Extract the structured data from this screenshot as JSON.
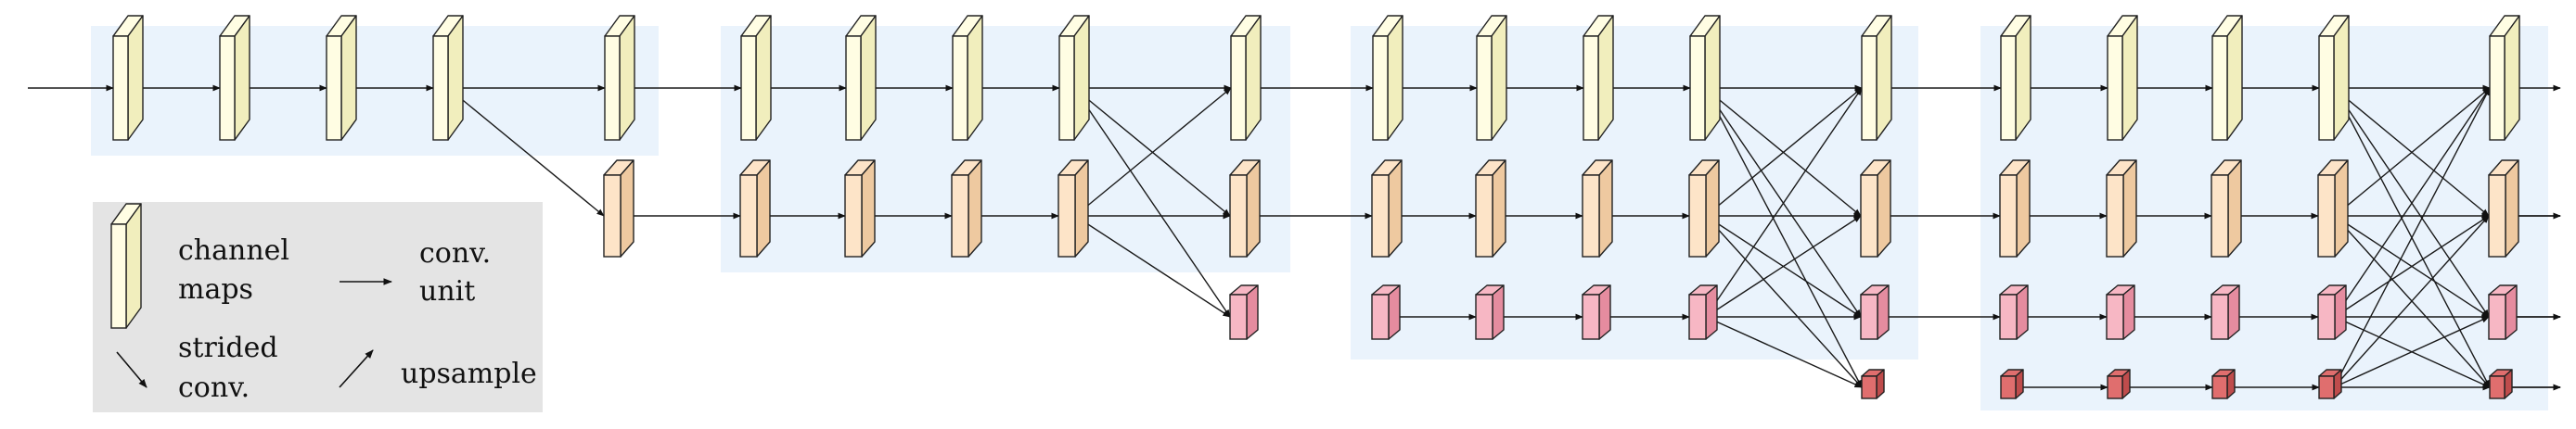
{
  "diagram": {
    "colors": {
      "stage_bg": "#eaf3fc",
      "legend_bg": "#e4e4e4",
      "stroke": "#222222",
      "res1_front": "#fffde3",
      "res1_side": "#f1eebd",
      "res2_front": "#fde4c8",
      "res2_side": "#eec9a0",
      "res3_front": "#f7b7c4",
      "res3_side": "#e58c9f",
      "res4_front": "#e06e6e",
      "res4_side": "#bf4c4c"
    },
    "stages": [
      {
        "id": "stage-1",
        "branches": 1
      },
      {
        "id": "stage-2",
        "branches": 2
      },
      {
        "id": "stage-3",
        "branches": 3
      },
      {
        "id": "stage-4",
        "branches": 4
      }
    ],
    "legend": {
      "channel_maps": [
        "channel",
        "maps"
      ],
      "conv_unit": [
        "conv.",
        "unit"
      ],
      "strided_conv": [
        "strided",
        "conv."
      ],
      "upsample": "upsample"
    }
  }
}
